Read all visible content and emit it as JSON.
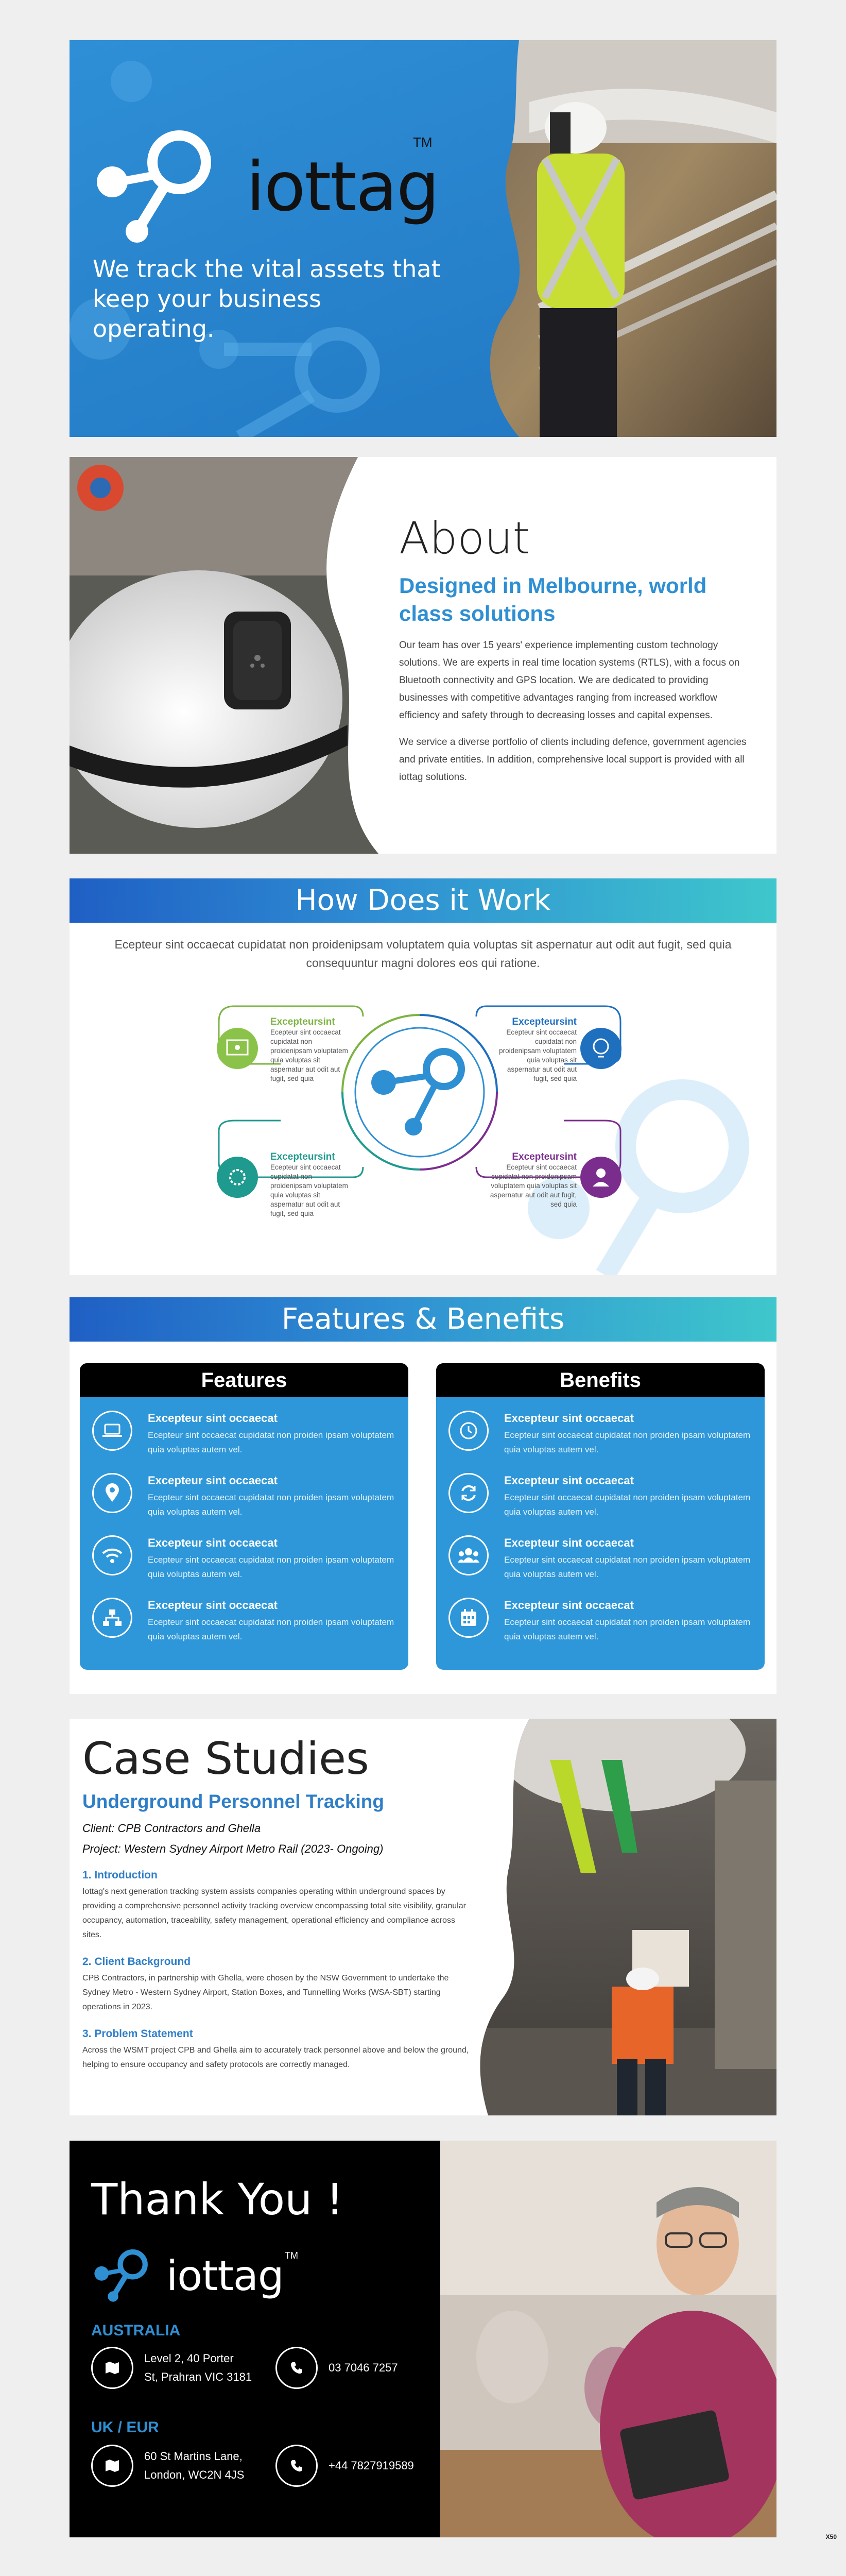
{
  "cover": {
    "brand": "iottag",
    "tm": "TM",
    "tagline": "We track the vital assets that keep your business operating.",
    "accent": "#2e8fd6"
  },
  "about": {
    "title": "About",
    "subtitle": "Designed in Melbourne, world class solutions",
    "para1": "Our team has over 15 years' experience implementing custom technology solutions. We are experts in real time location systems (RTLS), with a focus on Bluetooth connectivity and GPS location. We are dedicated to providing businesses with competitive advantages ranging from increased workflow efficiency and safety through to decreasing losses and capital expenses.",
    "para2": "We service a diverse portfolio of clients including defence, government agencies and private entities. In addition, comprehensive local support is provided with all iottag solutions."
  },
  "how": {
    "title": "How Does it Work",
    "intro": "Ecepteur sint occaecat cupidatat non proidenipsam voluptatem quia voluptas sit aspernatur aut odit aut fugit, sed quia consequuntur magni dolores eos qui ratione.",
    "cards": [
      {
        "title": "Excepteursint",
        "text": "Ecepteur sint occaecat cupidatat non proidenipsam voluptatem quia voluptas sit aspernatur aut odit aut fugit, sed quia",
        "color": "#7cb342"
      },
      {
        "title": "Excepteursint",
        "text": "Ecepteur sint occaecat cupidatat non proidenipsam voluptatem quia voluptas sit aspernatur aut odit aut fugit, sed quia",
        "color": "#1f6fbf"
      },
      {
        "title": "Excepteursint",
        "text": "Ecepteur sint occaecat cupidatat non proidenipsam voluptatem quia voluptas sit aspernatur aut odit aut fugit, sed quia",
        "color": "#1e9a8f"
      },
      {
        "title": "Excepteursint",
        "text": "Ecepteur sint occaecat cupidatat non proidenipsam voluptatem quia voluptas sit aspernatur aut odit aut fugit, sed quia",
        "color": "#7b2d8e"
      }
    ]
  },
  "features": {
    "title": "Features & Benefits",
    "features_head": "Features",
    "benefits_head": "Benefits",
    "features": [
      {
        "icon": "laptop-icon",
        "title": "Excepteur sint occaecat",
        "desc": "Ecepteur sint occaecat cupidatat non proiden ipsam voluptatem quia  voluptas autem vel."
      },
      {
        "icon": "location-pin-icon",
        "title": "Excepteur sint occaecat",
        "desc": "Ecepteur sint occaecat cupidatat non proiden ipsam voluptatem quia  voluptas autem vel."
      },
      {
        "icon": "wifi-icon",
        "title": "Excepteur sint occaecat",
        "desc": "Ecepteur sint occaecat cupidatat non proiden ipsam voluptatem quia  voluptas autem vel."
      },
      {
        "icon": "network-icon",
        "title": "Excepteur sint occaecat",
        "desc": "Ecepteur sint occaecat cupidatat non proiden ipsam voluptatem quia  voluptas autem vel."
      }
    ],
    "benefits": [
      {
        "icon": "clock-icon",
        "title": "Excepteur sint occaecat",
        "desc": "Ecepteur sint occaecat cupidatat non proiden ipsam voluptatem quia  voluptas autem vel."
      },
      {
        "icon": "refresh-icon",
        "title": "Excepteur sint occaecat",
        "desc": "Ecepteur sint occaecat cupidatat non proiden ipsam voluptatem quia  voluptas autem vel."
      },
      {
        "icon": "group-icon",
        "title": "Excepteur sint occaecat",
        "desc": "Ecepteur sint occaecat cupidatat non proiden ipsam voluptatem quia  voluptas autem vel."
      },
      {
        "icon": "calendar-icon",
        "title": "Excepteur sint occaecat",
        "desc": "Ecepteur sint occaecat cupidatat non proiden ipsam voluptatem quia  voluptas autem vel."
      }
    ]
  },
  "case": {
    "title": "Case Studies",
    "subtitle": "Underground Personnel Tracking",
    "client": "Client: CPB Contractors and Ghella",
    "project": "Project: Western Sydney Airport Metro Rail (2023- Ongoing)",
    "h1": "1. Introduction",
    "p1": "Iottag's next generation tracking system assists companies operating within underground spaces by providing a comprehensive personnel activity tracking overview encompassing total site visibility, granular occupancy, automation, traceability, safety management, operational efficiency and compliance across sites.",
    "h2": "2. Client Background",
    "p2": "CPB Contractors, in partnership with Ghella, were chosen by the NSW Government to undertake the Sydney Metro - Western Sydney Airport, Station Boxes, and Tunnelling Works (WSA-SBT) starting operations in 2023.",
    "h3": "3. Problem Statement",
    "p3": "Across the WSMT project CPB and Ghella aim to accurately track personnel above and below the ground, helping to ensure occupancy and safety protocols are correctly managed."
  },
  "thanks": {
    "title": "Thank You !",
    "brand": "iottag",
    "tm": "TM",
    "au_label": "AUSTRALIA",
    "au_addr1": "Level 2, 40 Porter",
    "au_addr2": "St, Prahran VIC 3181",
    "au_phone": "03 7046 7257",
    "uk_label": "UK / EUR",
    "uk_addr1": "60 St Martins Lane,",
    "uk_addr2": "London, WC2N 4JS",
    "uk_phone": "+44 7827919589"
  },
  "page_number": "X50"
}
